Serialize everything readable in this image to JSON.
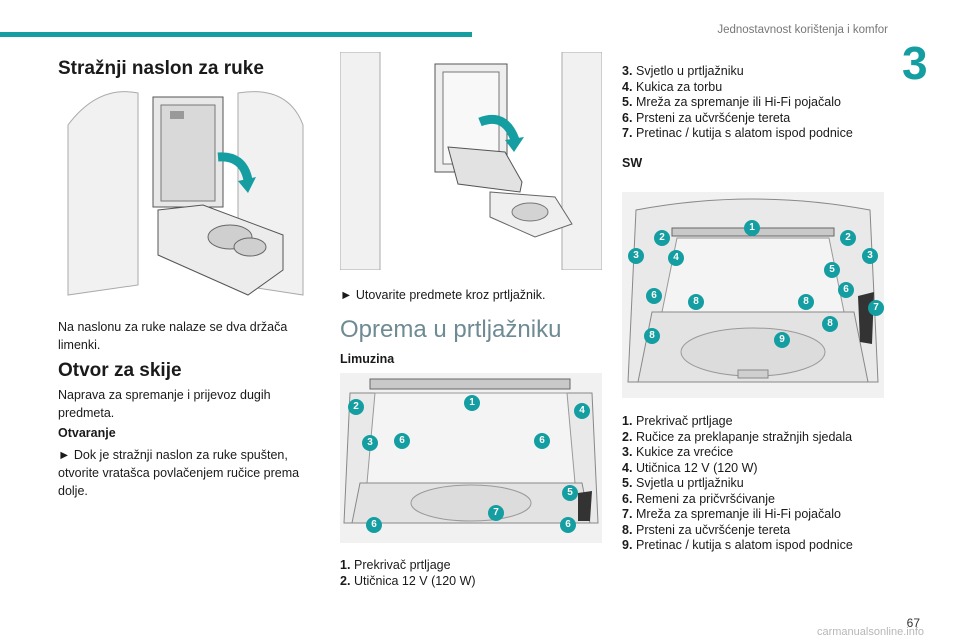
{
  "header": {
    "section_title": "Jednostavnost korištenja i komfor",
    "chapter_number": "3",
    "page_number": "67"
  },
  "left": {
    "title_armrest": "Stražnji naslon za ruke",
    "armrest_text": "Na naslonu za ruke nalaze se dva držača limenki.",
    "title_ski": "Otvor za skije",
    "ski_text": "Naprava za spremanje i prijevoz dugih predmeta.",
    "opening_label": "Otvaranje",
    "opening_text": "► Dok je stražnji naslon za ruke spušten, otvorite vratašca povlačenjem ručice prema dolje."
  },
  "middle": {
    "load_text": "► Utovarite predmete kroz prtljažnik.",
    "section_title": "Oprema u prtljažniku",
    "limuzina_label": "Limuzina",
    "limuzina_badges": [
      "1",
      "2",
      "3",
      "4",
      "5",
      "6",
      "6",
      "6",
      "6",
      "7"
    ],
    "limuzina_items": [
      {
        "num": "1.",
        "text": "Prekrivač prtljage"
      },
      {
        "num": "2.",
        "text": "Utičnica 12 V (120 W)"
      }
    ]
  },
  "right": {
    "limuzina_items_cont": [
      {
        "num": "3.",
        "text": "Svjetlo u prtljažniku"
      },
      {
        "num": "4.",
        "text": "Kukica za torbu"
      },
      {
        "num": "5.",
        "text": "Mreža za spremanje ili Hi-Fi pojačalo"
      },
      {
        "num": "6.",
        "text": "Prsteni za učvršćenje tereta"
      },
      {
        "num": "7.",
        "text": "Pretinac / kutija s alatom ispod podnice"
      }
    ],
    "sw_label": "SW",
    "sw_badges": [
      "1",
      "2",
      "2",
      "3",
      "3",
      "4",
      "5",
      "6",
      "6",
      "7",
      "8",
      "8",
      "8",
      "8",
      "9"
    ],
    "sw_items": [
      {
        "num": "1.",
        "text": "Prekrivač prtljage"
      },
      {
        "num": "2.",
        "text": "Ručice za preklapanje stražnjih sjedala"
      },
      {
        "num": "3.",
        "text": "Kukice za vrećice"
      },
      {
        "num": "4.",
        "text": "Utičnica 12 V (120 W)"
      },
      {
        "num": "5.",
        "text": "Svjetla u prtljažniku"
      },
      {
        "num": "6.",
        "text": "Remeni za pričvršćivanje"
      },
      {
        "num": "7.",
        "text": "Mreža za spremanje ili Hi-Fi pojačalo"
      },
      {
        "num": "8.",
        "text": "Prsteni za učvršćenje tereta"
      },
      {
        "num": "9.",
        "text": "Pretinac / kutija s alatom ispod podnice"
      }
    ]
  },
  "footer": {
    "watermark": "carmanualsonline.info"
  }
}
